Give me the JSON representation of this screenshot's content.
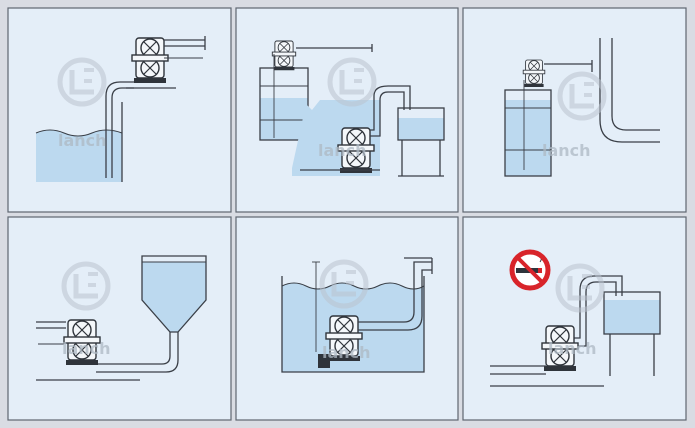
{
  "watermark": {
    "brand_text": "lanch"
  },
  "panels": [
    {
      "id": "suction-lift",
      "name": "suction lift from open sump"
    },
    {
      "id": "drum-to-tank",
      "name": "drum transfer to tank"
    },
    {
      "id": "drum-top-mount",
      "name": "drum top-mounted pump"
    },
    {
      "id": "hopper-feed",
      "name": "flooded suction from hopper"
    },
    {
      "id": "submerged",
      "name": "submerged pump in tank"
    },
    {
      "id": "no-smoking-transfer",
      "name": "transfer with no-smoking warning"
    }
  ],
  "colors": {
    "background": "#e4eef8",
    "water": "#bcd9ef",
    "ink": "#3a3f47",
    "warning": "#d8242a"
  }
}
